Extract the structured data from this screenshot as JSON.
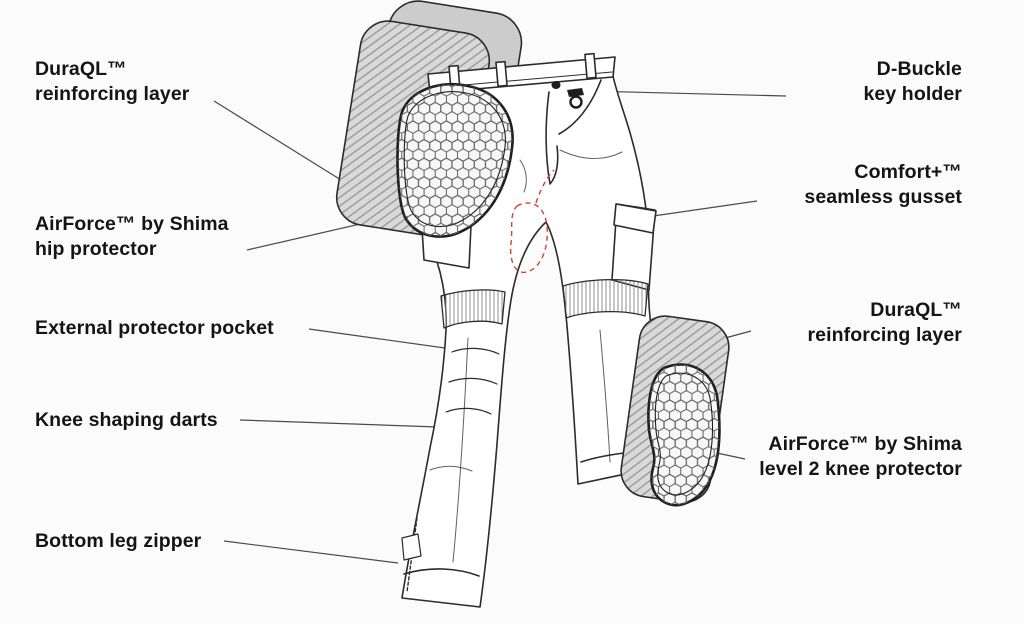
{
  "page": {
    "background": "#fbfbfb"
  },
  "colors": {
    "text": "#141414",
    "line_art": "#2b2b2b",
    "leader_line": "#4a4a4a",
    "pocket_outline_red": "#cd4338",
    "reinforcing_layer_gray": "#d9d9d9"
  },
  "labels": {
    "left": [
      {
        "text": "DuraQL™\nreinforcing layer"
      },
      {
        "text": "AirForce™ by Shima\nhip protector"
      },
      {
        "text": "External protector pocket"
      },
      {
        "text": "Knee shaping darts"
      },
      {
        "text": "Bottom leg zipper"
      }
    ],
    "right": [
      {
        "text": "D-Buckle\nkey holder"
      },
      {
        "text": "Comfort+™\nseamless gusset"
      },
      {
        "text": "DuraQL™\nreinforcing layer"
      },
      {
        "text": "AirForce™ by Shima\nlevel 2 knee protector"
      }
    ]
  }
}
